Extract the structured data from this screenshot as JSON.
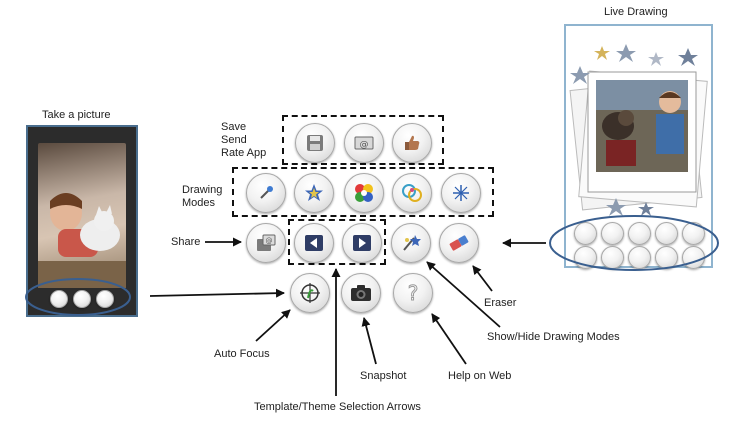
{
  "labels": {
    "take_picture": "Take a picture",
    "live_drawing": "Live Drawing",
    "save": "Save",
    "send": "Send",
    "rate_app": "Rate App",
    "drawing": "Drawing",
    "modes": "Modes",
    "share": "Share",
    "eraser": "Eraser",
    "show_hide": "Show/Hide Drawing Modes",
    "auto_focus": "Auto Focus",
    "snapshot": "Snapshot",
    "help_on_web": "Help on Web",
    "template_arrows": "Template/Theme Selection Arrows"
  },
  "colors": {
    "phone_frame": "#4a6e8e",
    "ellipse": "#3a5f8f",
    "dashed_box": "#111111"
  },
  "icons": {
    "save": "floppy-disk-icon",
    "send": "email-icon",
    "rate": "thumbs-up-icon",
    "brush": "brush-icon",
    "star": "star-stamp-icon",
    "flowers": "flower-stamp-icon",
    "pattern": "pattern-stamp-icon",
    "sparkle": "sparkle-icon",
    "share": "share-icon",
    "prev": "left-arrow-icon",
    "next": "right-arrow-icon",
    "show_hide": "show-hide-modes-icon",
    "eraser": "eraser-icon",
    "focus": "auto-focus-icon",
    "camera": "camera-icon",
    "help": "question-mark-icon"
  }
}
